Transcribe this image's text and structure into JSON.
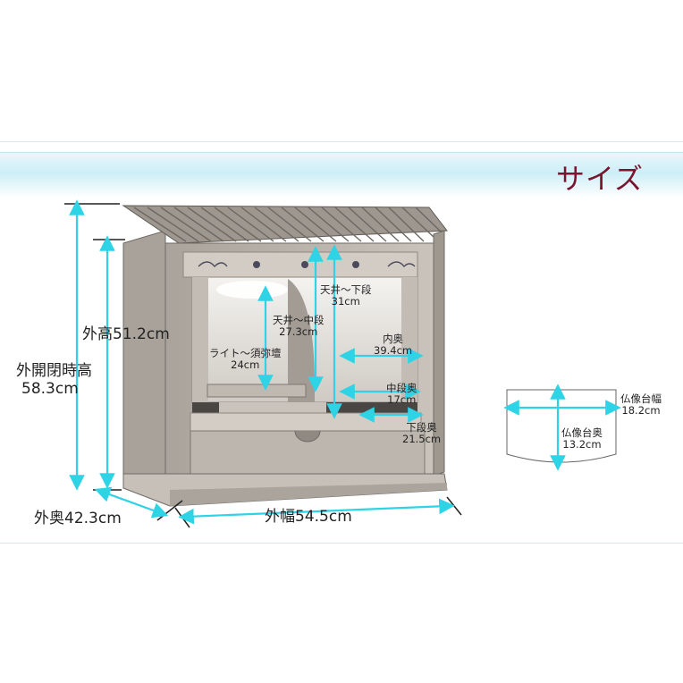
{
  "header": {
    "title": "サイズ"
  },
  "dimensions": {
    "outer_open_height_label": "外開閉時高",
    "outer_open_height_value": "58.3cm",
    "outer_height": "外高51.2cm",
    "outer_depth": "外奥42.3cm",
    "outer_width": "外幅54.5cm",
    "ceiling_to_lower_label": "天井～下段",
    "ceiling_to_lower_value": "31cm",
    "ceiling_to_middle_label": "天井～中段",
    "ceiling_to_middle_value": "27.3cm",
    "light_to_altar_label": "ライト～須弥壇",
    "light_to_altar_value": "24cm",
    "inner_depth_label": "内奥",
    "inner_depth_value": "39.4cm",
    "middle_depth_label": "中段奥",
    "middle_depth_value": "17cm",
    "lower_depth_label": "下段奥",
    "lower_depth_value": "21.5cm"
  },
  "statue_base": {
    "width_label": "仏像台幅",
    "width_value": "18.2cm",
    "depth_label": "仏像台奥",
    "depth_value": "13.2cm"
  },
  "colors": {
    "arrow": "#2ed3e6",
    "title": "#7a1530",
    "wood": "#b9b3ab"
  }
}
